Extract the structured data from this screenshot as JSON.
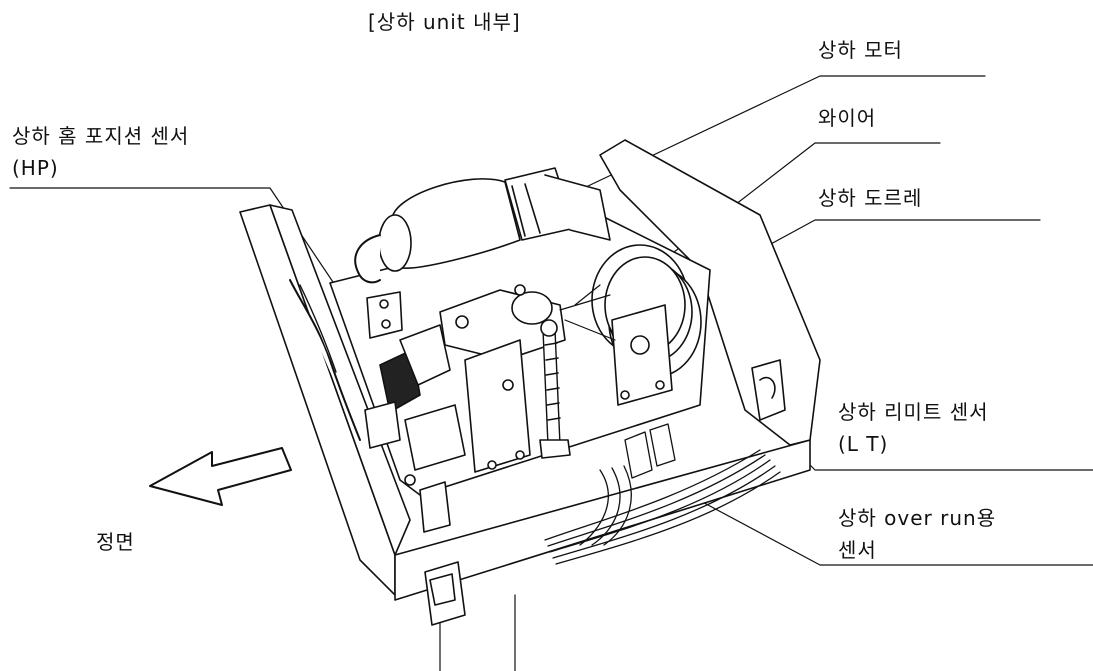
{
  "title": "[상하 unit 내부]",
  "labels": {
    "motor": "상하 모터",
    "home_sensor_line1": "상하 홈 포지션 센서",
    "home_sensor_line2": "(HP)",
    "wire": "와이어",
    "pulley": "상하 도르레",
    "limit_sensor_line1": "상하 리미트 센서",
    "limit_sensor_line2": "(L T)",
    "overrun_line1": "상하 over run용",
    "overrun_line2": "센서",
    "front": "정면"
  }
}
